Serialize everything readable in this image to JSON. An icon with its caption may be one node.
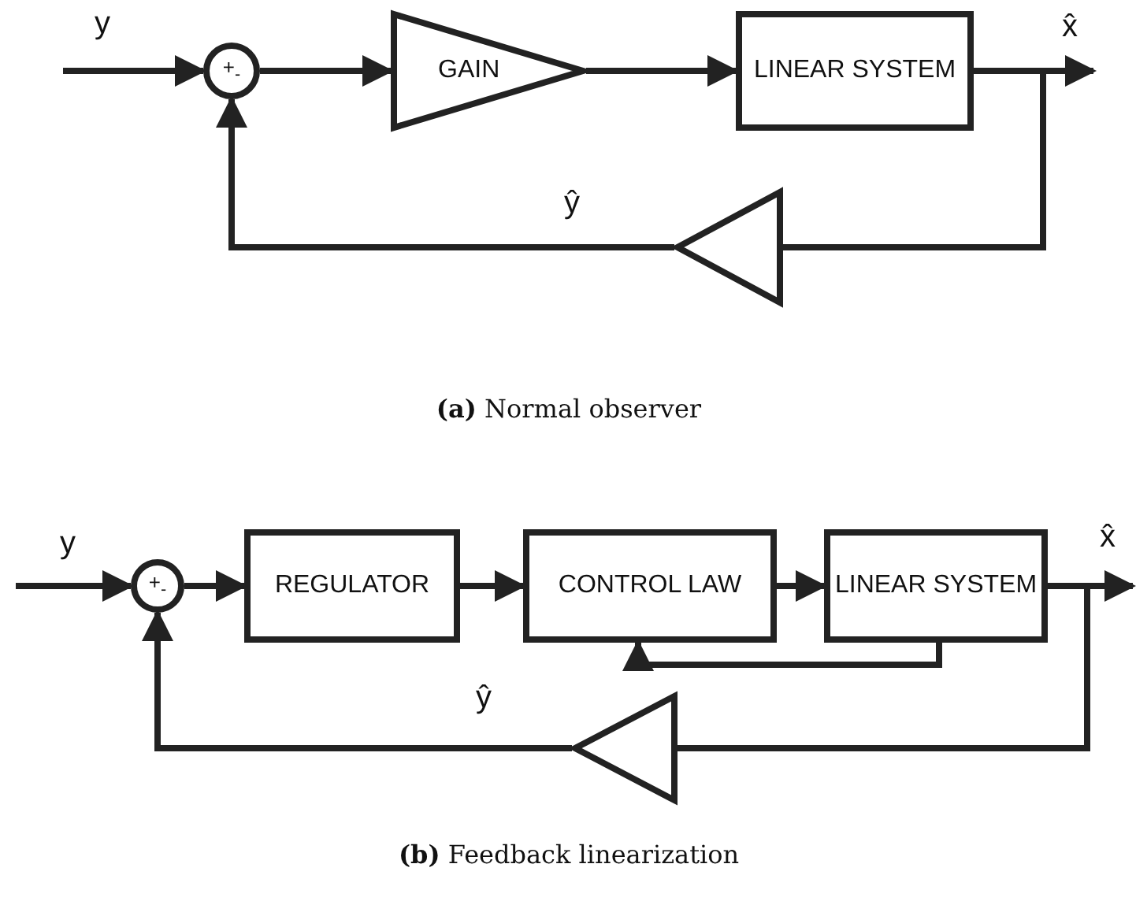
{
  "diagram": {
    "nodes": [
      {
        "text": [
          "+$_{-}$"
        ]
      },
      {
        "text": [
          "GAIN"
        ]
      },
      {
        "text": [
          "LINEAR SYSTEM"
        ]
      },
      {
        "text": [],
        "shape": "triangle"
      },
      {
        "text": [
          "+$_{-}$"
        ]
      },
      {
        "text": [
          "REGULATOR"
        ]
      },
      {
        "text": [
          "CONTROL LAW"
        ]
      },
      {
        "text": [
          "LINEAR SYSTEM"
        ]
      },
      {
        "text": [],
        "shape": "triangle"
      }
    ],
    "edges": [
      {
        "from": null,
        "to": 0,
        "arrow": "to",
        "label": "y"
      },
      {
        "from": 0,
        "to": 1,
        "arrow": "to"
      },
      {
        "from": 1,
        "to": 2,
        "arrow": "to"
      },
      {
        "from": 2,
        "to": null,
        "arrow": "to",
        "label": "x̂"
      },
      {
        "from": 2,
        "to": 3,
        "arrow": "none"
      },
      {
        "from": 3,
        "to": 0,
        "arrow": "to",
        "label": "ŷ"
      },
      {
        "from": null,
        "to": 4,
        "arrow": "to",
        "label": "y"
      },
      {
        "from": 4,
        "to": 5,
        "arrow": "to"
      },
      {
        "from": 5,
        "to": 6,
        "arrow": "to"
      },
      {
        "from": 6,
        "to": 7,
        "arrow": "to"
      },
      {
        "from": 7,
        "to": 6,
        "arrow": "to"
      },
      {
        "from": 7,
        "to": null,
        "arrow": "to",
        "label": "x̂"
      },
      {
        "from": 7,
        "to": 8,
        "arrow": "none"
      },
      {
        "from": 8,
        "to": 4,
        "arrow": "to",
        "label": "ŷ"
      }
    ],
    "labels": [
      "**(a)** Normal observer",
      "**(b)** Feedback linearization"
    ]
  }
}
